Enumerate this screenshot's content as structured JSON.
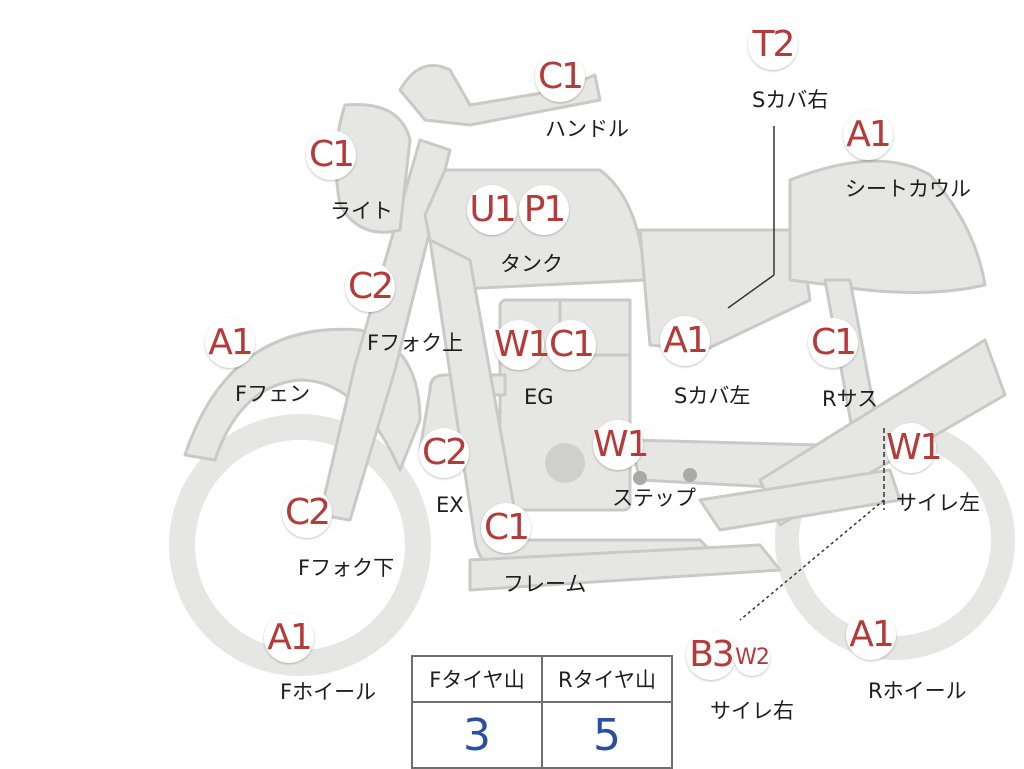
{
  "parts": [
    {
      "id": "handle",
      "code": "C1",
      "label": "ハンドル"
    },
    {
      "id": "light",
      "code": "C1",
      "label": "ライト"
    },
    {
      "id": "tank",
      "codes": [
        "U1",
        "P1"
      ],
      "label": "タンク"
    },
    {
      "id": "s-cover-right",
      "code": "T2",
      "label": "Sカバ右"
    },
    {
      "id": "seat-cowl",
      "code": "A1",
      "label": "シートカウル"
    },
    {
      "id": "f-fork-upper",
      "code": "C2",
      "label": "Fフォク上"
    },
    {
      "id": "f-fender",
      "code": "A1",
      "label": "Fフェン"
    },
    {
      "id": "eg",
      "codes": [
        "W1",
        "C1"
      ],
      "label": "EG"
    },
    {
      "id": "s-cover-left",
      "code": "A1",
      "label": "Sカバ左"
    },
    {
      "id": "r-sus",
      "code": "C1",
      "label": "Rサス"
    },
    {
      "id": "ex",
      "code": "C2",
      "label": "EX"
    },
    {
      "id": "step",
      "code": "W1",
      "label": "ステップ"
    },
    {
      "id": "silencer-left",
      "code": "W1",
      "label": "サイレ左"
    },
    {
      "id": "f-fork-lower",
      "code": "C2",
      "label": "Fフォク下"
    },
    {
      "id": "frame",
      "code": "C1",
      "label": "フレーム"
    },
    {
      "id": "f-wheel",
      "code": "A1",
      "label": "Fホイール"
    },
    {
      "id": "silencer-right",
      "codes": [
        "B3",
        "W2"
      ],
      "label": "サイレ右"
    },
    {
      "id": "r-wheel",
      "code": "A1",
      "label": "Rホイール"
    }
  ],
  "tire_table": {
    "headers": [
      "Fタイヤ山",
      "Rタイヤ山"
    ],
    "values": [
      "3",
      "5"
    ]
  },
  "colors": {
    "bike_fill": "#e6e6e4",
    "bike_stroke": "#c9c9c6",
    "code_text": "#b53a3a",
    "value_text": "#2a4fa0"
  }
}
